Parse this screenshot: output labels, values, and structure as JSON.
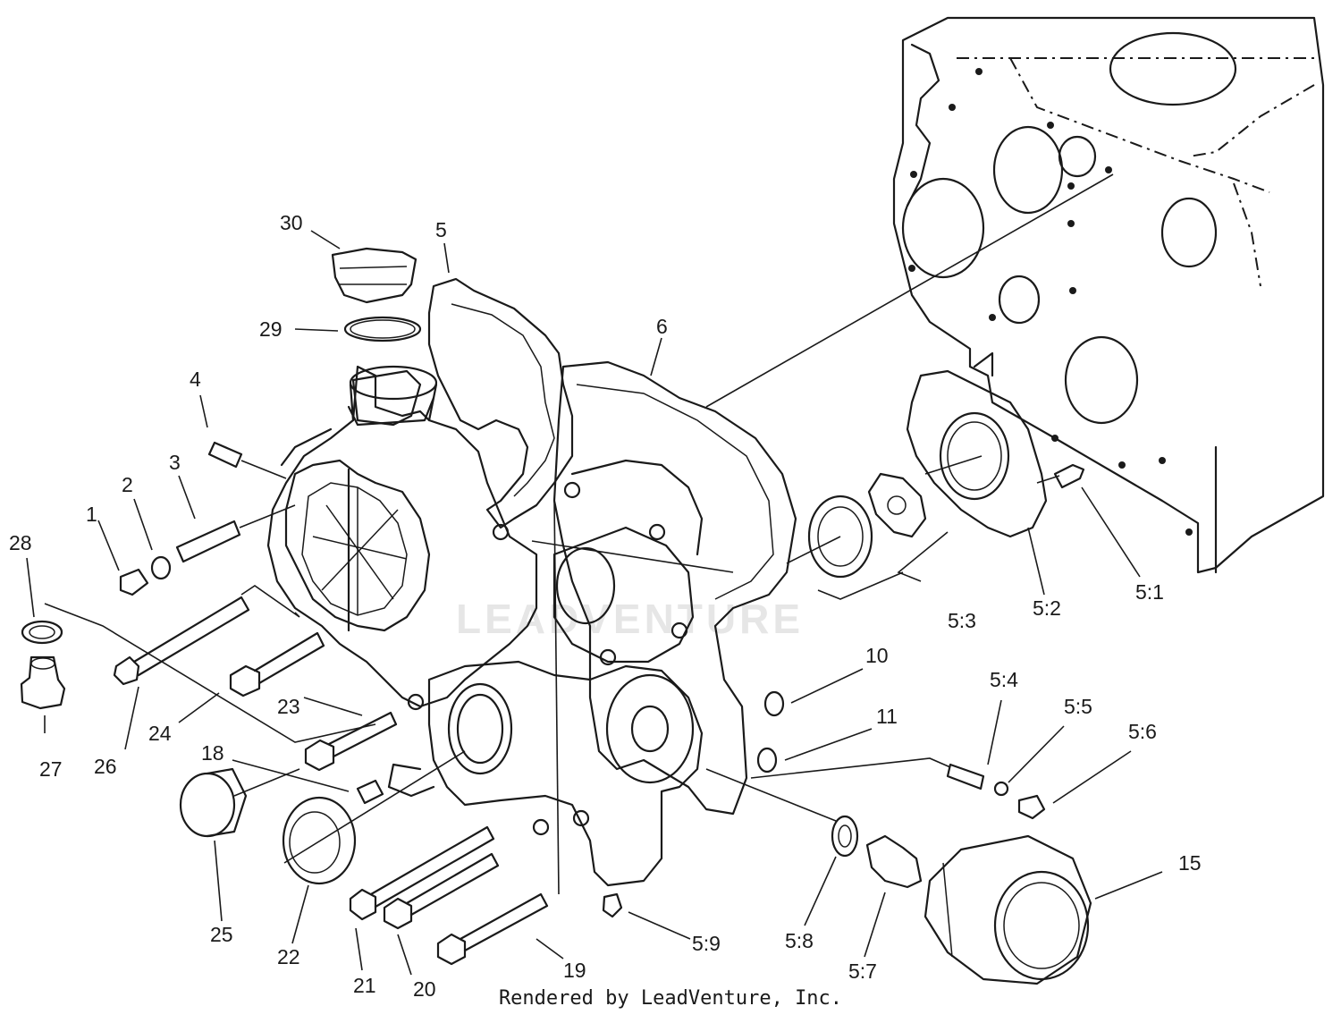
{
  "watermark": "LEADVENTURE",
  "credit": "Rendered by LeadVenture, Inc.",
  "callouts": [
    {
      "id": "c30",
      "text": "30"
    },
    {
      "id": "c5",
      "text": "5"
    },
    {
      "id": "c29",
      "text": "29"
    },
    {
      "id": "c6",
      "text": "6"
    },
    {
      "id": "c4",
      "text": "4"
    },
    {
      "id": "c3",
      "text": "3"
    },
    {
      "id": "c2",
      "text": "2"
    },
    {
      "id": "c1",
      "text": "1"
    },
    {
      "id": "c28",
      "text": "28"
    },
    {
      "id": "c5_3",
      "text": "5:3"
    },
    {
      "id": "c5_2",
      "text": "5:2"
    },
    {
      "id": "c5_1",
      "text": "5:1"
    },
    {
      "id": "c10",
      "text": "10"
    },
    {
      "id": "c11",
      "text": "11"
    },
    {
      "id": "c5_4",
      "text": "5:4"
    },
    {
      "id": "c5_5",
      "text": "5:5"
    },
    {
      "id": "c5_6",
      "text": "5:6"
    },
    {
      "id": "c23",
      "text": "23"
    },
    {
      "id": "c24",
      "text": "24"
    },
    {
      "id": "c26",
      "text": "26"
    },
    {
      "id": "c27",
      "text": "27"
    },
    {
      "id": "c18",
      "text": "18"
    },
    {
      "id": "c15",
      "text": "15"
    },
    {
      "id": "c25",
      "text": "25"
    },
    {
      "id": "c22",
      "text": "22"
    },
    {
      "id": "c21",
      "text": "21"
    },
    {
      "id": "c20",
      "text": "20"
    },
    {
      "id": "c19",
      "text": "19"
    },
    {
      "id": "c5_9",
      "text": "5:9"
    },
    {
      "id": "c5_8",
      "text": "5:8"
    },
    {
      "id": "c5_7",
      "text": "5:7"
    }
  ]
}
